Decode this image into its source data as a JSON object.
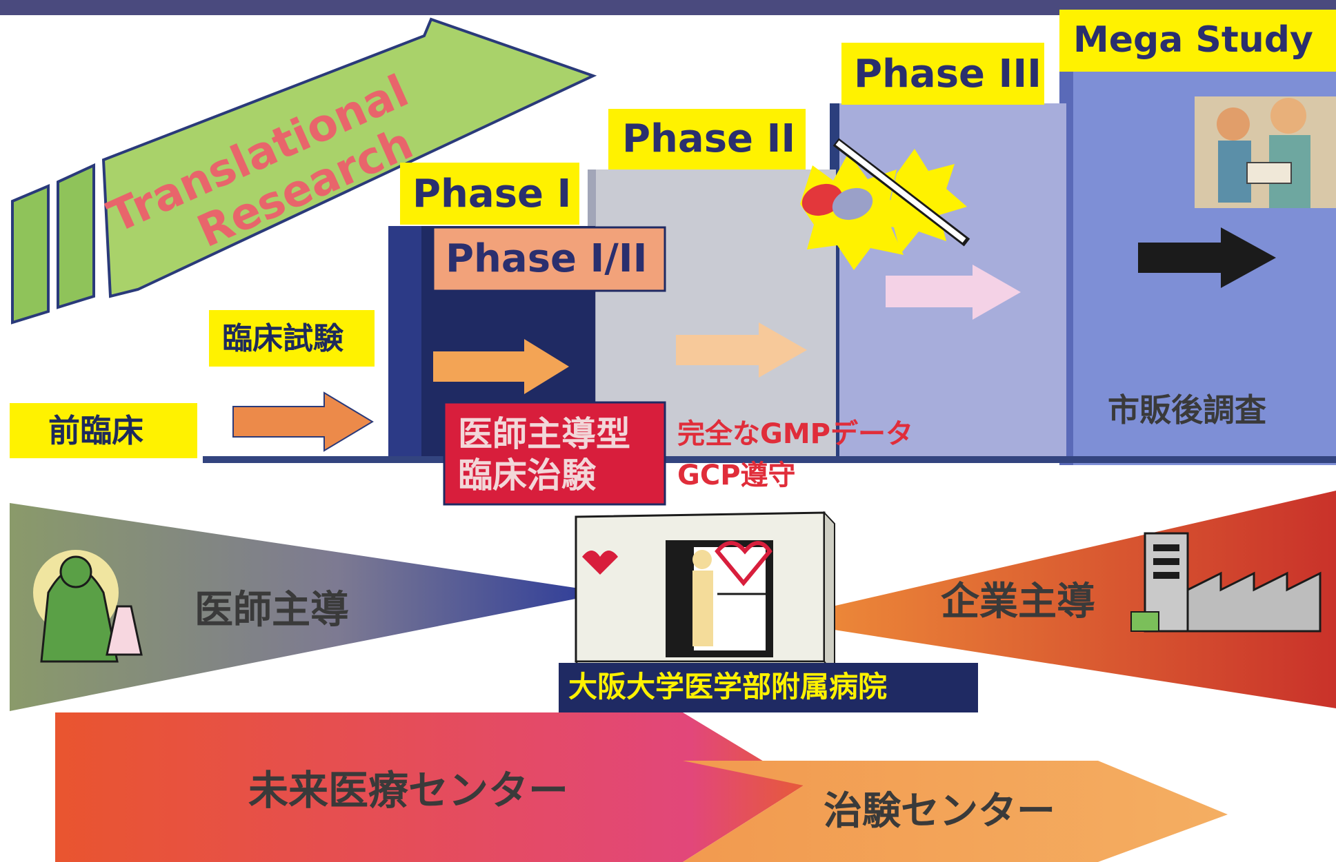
{
  "header": {
    "title_partial": "未来医療センターの役割"
  },
  "flow": {
    "translational_research": {
      "line1": "Translational",
      "line2": "Research"
    },
    "phases": {
      "phase_1": "Phase I",
      "phase_1_2": "Phase I/II",
      "phase_2": "Phase II",
      "phase_3": "Phase III",
      "mega_study": "Mega Study"
    },
    "clinical_trial_label": "臨床試験",
    "preclinical_label": "前臨床",
    "post_marketing_label": "市販後調査",
    "investigator_trial": {
      "line1": "医師主導型",
      "line2": "臨床治験"
    },
    "gmp_note": {
      "line1": "完全なGMPデータ",
      "line2": "GCP遵守"
    }
  },
  "lower": {
    "doctor_led": "医師主導",
    "company_led": "企業主導",
    "hospital_name": "大阪大学医学部附属病院",
    "future_center": "未来医療センター",
    "trial_center": "治験センター"
  },
  "colors": {
    "light_green": "#a9d26a",
    "yellow_label": "#fff200",
    "navy": "#1f2a63",
    "salmon": "#f2a27a",
    "grey_box": "#c9cbd3",
    "lavender": "#a7addb",
    "periwinkle": "#7e8fd6",
    "red_box": "#d81e3c",
    "orange_red": "#e4552e",
    "orange": "#f3a455"
  }
}
